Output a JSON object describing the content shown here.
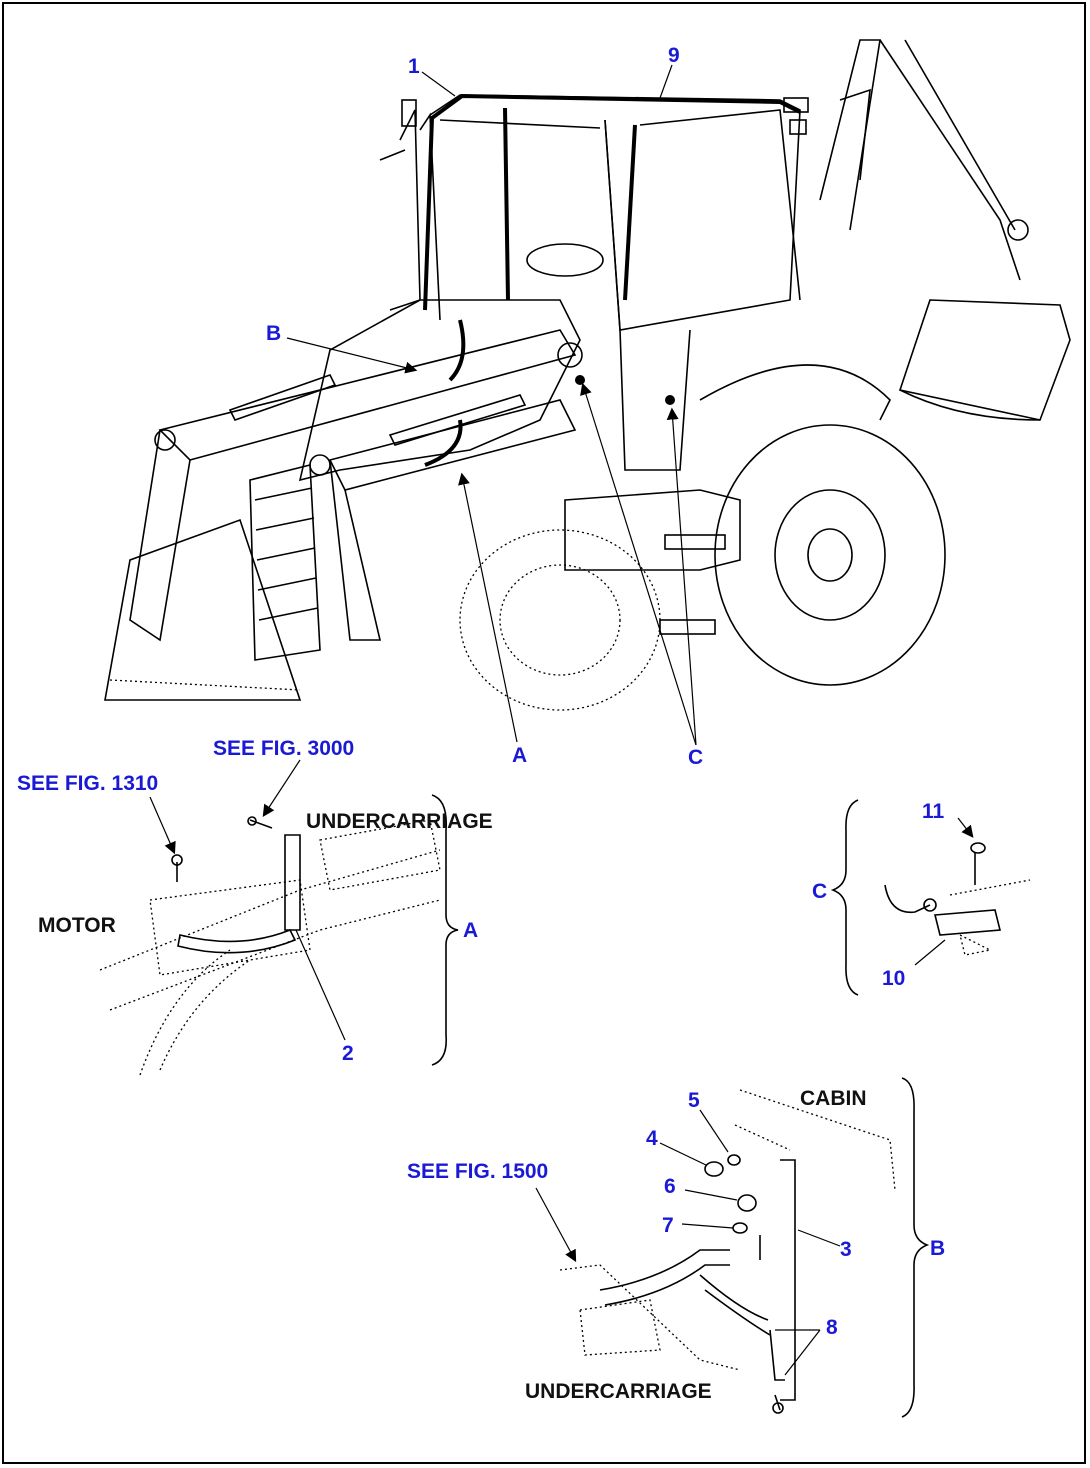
{
  "callouts": {
    "c1": "1",
    "c2": "2",
    "c3": "3",
    "c4": "4",
    "c5": "5",
    "c6": "6",
    "c7": "7",
    "c8": "8",
    "c9": "9",
    "c10": "10",
    "c11": "11",
    "detailA": "A",
    "detailB": "B",
    "detailC": "C",
    "markA": "A",
    "markB": "B",
    "markC": "C"
  },
  "labels": {
    "seeFig3000": "SEE FIG. 3000",
    "seeFig1310": "SEE FIG. 1310",
    "seeFig1500": "SEE FIG. 1500",
    "undercarriageA": "UNDERCARRIAGE",
    "motor": "MOTOR",
    "cabin": "CABIN",
    "undercarriageB": "UNDERCARRIAGE"
  },
  "colors": {
    "callout": "#1a1ad6",
    "label": "#111111",
    "line": "#000000"
  }
}
